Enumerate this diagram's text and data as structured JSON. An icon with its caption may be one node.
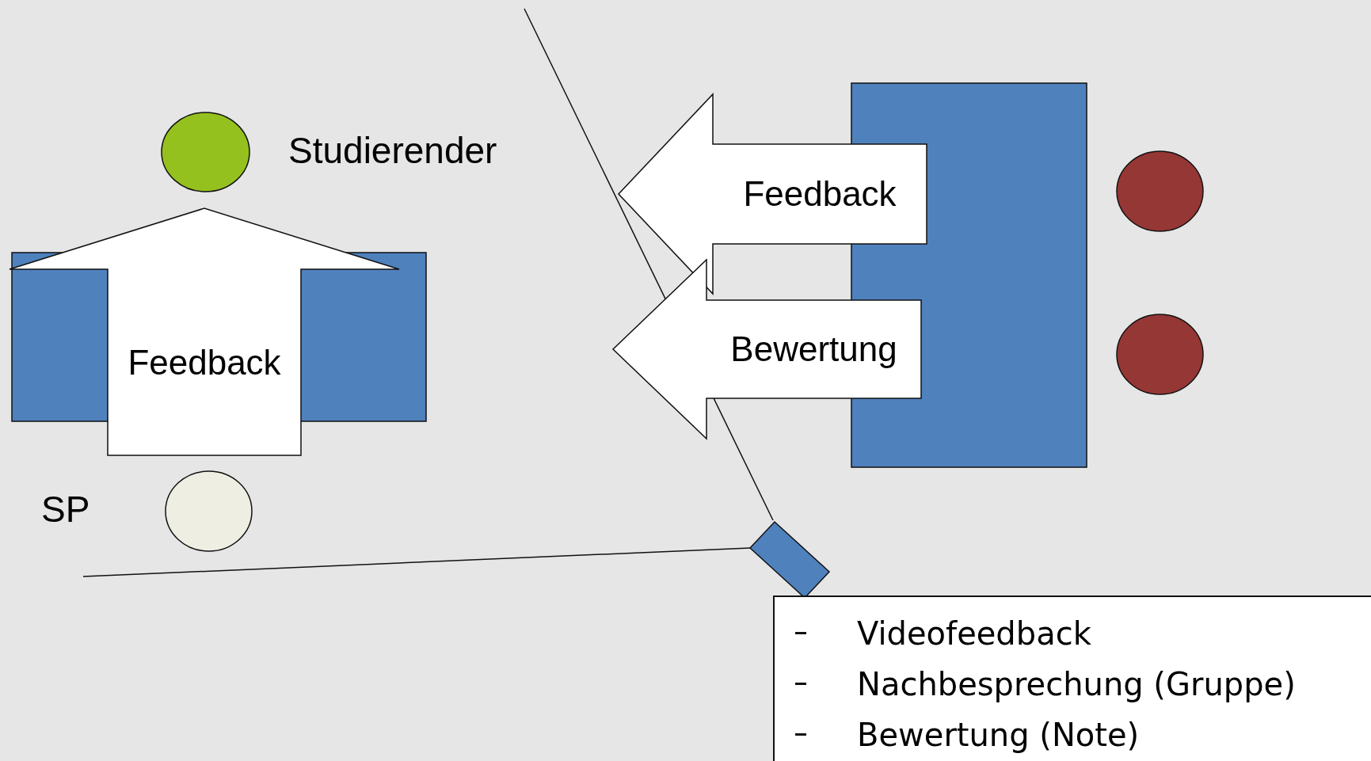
{
  "diagram": {
    "nodes": [
      {
        "text": [],
        "shape": "circle",
        "beside": [
          "Studierender"
        ]
      },
      {
        "text": [],
        "shape": "box"
      },
      {
        "text": [],
        "shape": "circle",
        "beside": [
          "SP"
        ]
      },
      {
        "text": [],
        "shape": "box"
      },
      {
        "text": [],
        "shape": "circle"
      },
      {
        "text": [],
        "shape": "circle"
      },
      {
        "text": [
          "Videofeedback",
          "Nachbesprechung (Gruppe)",
          "Bewertung (Note)"
        ]
      }
    ],
    "edges": [
      {
        "from": 2,
        "to": 0,
        "arrow": "to",
        "label": "Feedback",
        "style": "thick"
      },
      {
        "from": 3,
        "to": null,
        "arrow": "to",
        "label": "Feedback",
        "style": "thick"
      },
      {
        "from": 3,
        "to": null,
        "arrow": "to",
        "label": "Bewertung",
        "style": "thick"
      }
    ]
  }
}
